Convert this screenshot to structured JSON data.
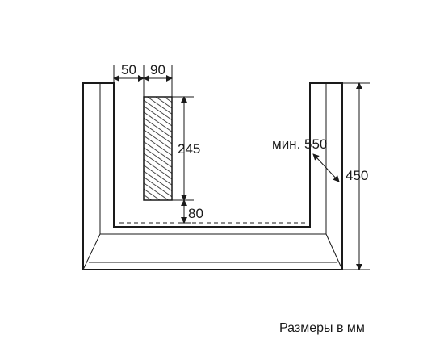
{
  "dimensions": {
    "dim_50": "50",
    "dim_90": "90",
    "dim_245": "245",
    "dim_80": "80",
    "dim_min_550": "мин. 550",
    "dim_450": "450"
  },
  "caption": "Размеры в мм"
}
